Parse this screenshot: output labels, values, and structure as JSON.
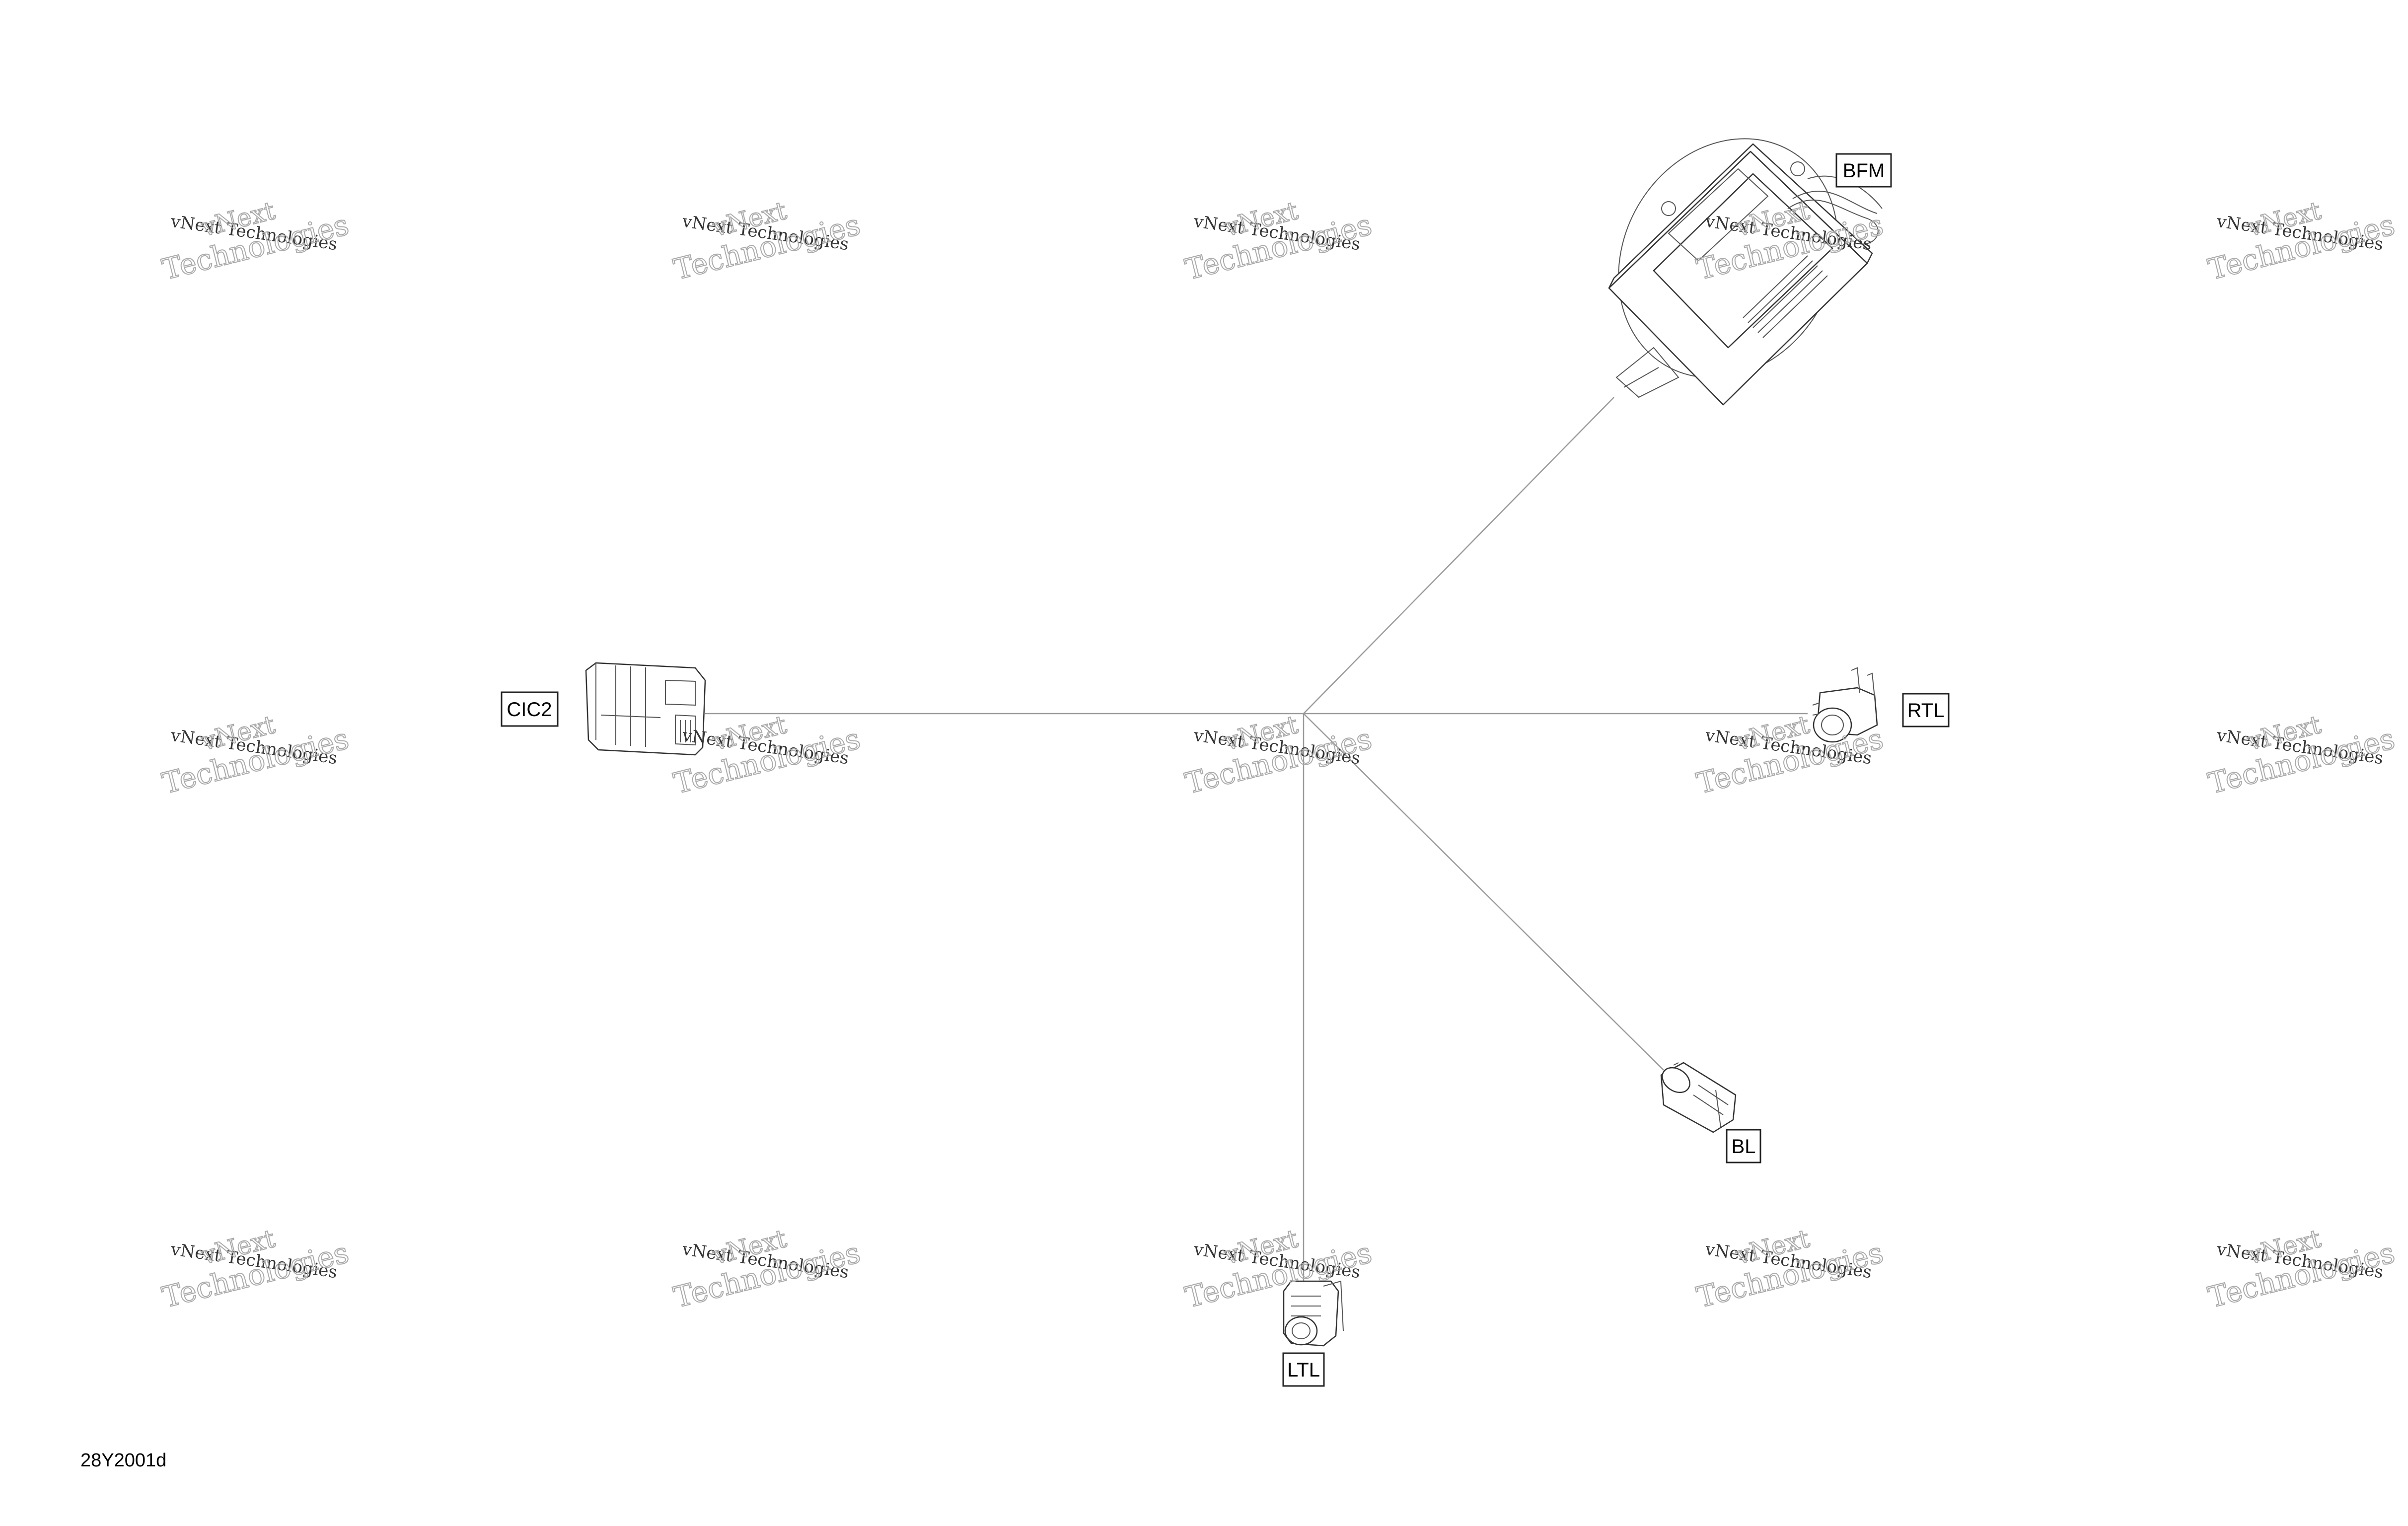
{
  "watermark": {
    "line1": "vNext Technologies",
    "line2": "vNext",
    "line3": "Technologies"
  },
  "connectors": {
    "bfm": "BFM",
    "cic2": "CIC2",
    "rtl": "RTL",
    "bl": "BL",
    "ltl": "LTL"
  },
  "drawing_code": "28Y2001d",
  "colors": {
    "wire": "#9a9a9a",
    "outline": "#333333",
    "watermark": "#8a8a8a"
  }
}
